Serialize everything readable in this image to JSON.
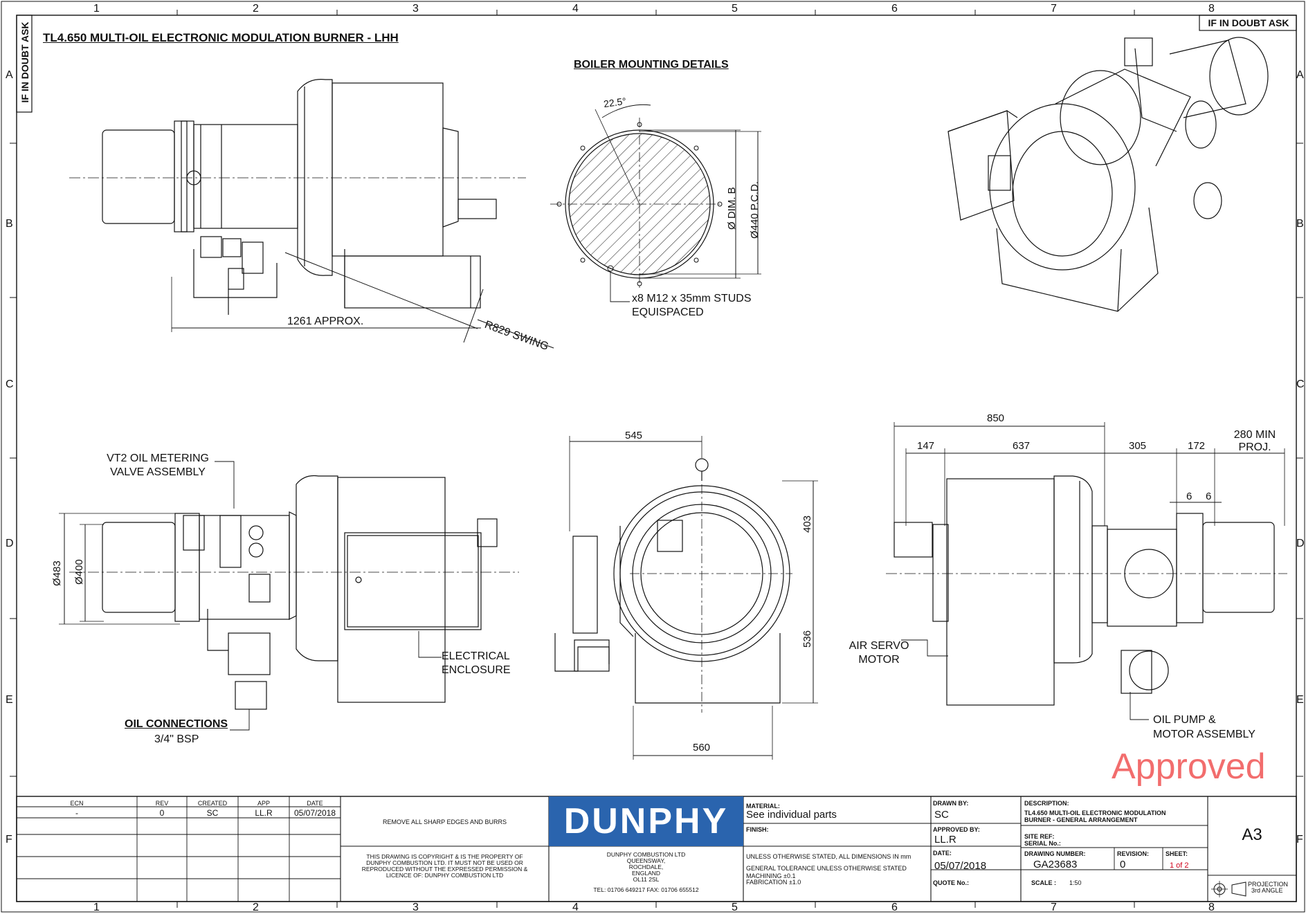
{
  "border": {
    "columns": [
      "1",
      "2",
      "3",
      "4",
      "5",
      "6",
      "7",
      "8"
    ],
    "rows": [
      "A",
      "B",
      "C",
      "D",
      "E",
      "F"
    ],
    "doubt_left": "IF IN DOUBT ASK",
    "doubt_right": "IF IN DOUBT ASK"
  },
  "drawing": {
    "title": "TL4.650 MULTI-OIL ELECTRONIC MODULATION BURNER - LHH",
    "mounting_title": "BOILER MOUNTING DETAILS",
    "mounting_angle": "22.5°",
    "mounting_dim_b": "Ø DIM. B",
    "mounting_pcd": "Ø440 P.C.D.",
    "studs_note": [
      "x8 M12 x 35mm STUDS",
      "EQUISPACED"
    ],
    "approx_length": "1261 APPROX.",
    "swing": "R829 SWING",
    "vt2_label": [
      "VT2 OIL METERING",
      "VALVE ASSEMBLY"
    ],
    "oil_connections": "OIL CONNECTIONS",
    "oil_connections_size": "3/4\" BSP",
    "electrical_enclosure": [
      "ELECTRICAL",
      "ENCLOSURE"
    ],
    "dia_483": "Ø483",
    "dia_400": "Ø400",
    "dim_545": "545",
    "dim_403": "403",
    "dim_536": "536",
    "dim_560": "560",
    "dim_850": "850",
    "dim_147": "147",
    "dim_637": "637",
    "dim_305": "305",
    "dim_172": "172",
    "dim_280": [
      "280 MIN",
      "PROJ."
    ],
    "dim_6a": "6",
    "dim_6b": "6",
    "air_servo": [
      "AIR SERVO",
      "MOTOR"
    ],
    "oil_pump": [
      "OIL PUMP &",
      "MOTOR ASSEMBLY"
    ],
    "approved_stamp": "Approved"
  },
  "title_block": {
    "revision_headers": [
      "ECN",
      "REV",
      "CREATED",
      "APP",
      "DATE"
    ],
    "revision_row": [
      "-",
      "0",
      "SC",
      "LL.R",
      "05/07/2018"
    ],
    "edges_note": "REMOVE ALL SHARP EDGES AND BURRS",
    "copyright_note": [
      "THIS DRAWING IS COPYRIGHT & IS THE PROPERTY OF",
      "DUNPHY COMBUSTION LTD. IT MUST NOT BE USED OR",
      "REPRODUCED WITHOUT THE EXPRESSED PERMISSION &",
      "LICENCE OF: DUNPHY COMBUSTION LTD"
    ],
    "logo": "DUNPHY",
    "company_address": [
      "DUNPHY COMBUSTION LTD",
      "QUEENSWAY,",
      "ROCHDALE,",
      "ENGLAND",
      "OL11 2SL",
      "TEL: 01706 649217 FAX: 01706 655512"
    ],
    "material_label": "MATERIAL:",
    "material_value": "See individual parts",
    "finish_label": "FINISH:",
    "general_notes": [
      "UNLESS OTHERWISE STATED, ALL DIMENSIONS IN mm",
      "GENERAL TOLERANCE UNLESS OTHERWISE STATED",
      "MACHINING ±0.1",
      "FABRICATION ±1.0"
    ],
    "drawn_by_label": "DRAWN BY:",
    "drawn_by": "SC",
    "approved_by_label": "APPROVED BY:",
    "approved_by": "LL.R",
    "date_label": "DATE:",
    "date": "05/07/2018",
    "quote_label": "QUOTE No.:",
    "description_label": "DESCRIPTION:",
    "description": [
      "TL4.650 MULTI-OIL ELECTRONIC MODULATION",
      "BURNER - GENERAL ARRANGEMENT"
    ],
    "site_ref_label": "SITE REF:",
    "serial_label": "SERIAL No.:",
    "drawing_number_label": "DRAWING NUMBER:",
    "drawing_number": "GA23683",
    "revision_label": "REVISION:",
    "revision": "0",
    "sheet_label": "SHEET:",
    "sheet": "1 of 2",
    "scale_label": "SCALE :",
    "scale": "1:50",
    "size": "A3",
    "projection": [
      "PROJECTION",
      "3rd ANGLE"
    ]
  },
  "colors": {
    "logo_blue": "#2a64ae",
    "approved_red": "#f26d6d",
    "sheet_red": "#d0021b"
  }
}
